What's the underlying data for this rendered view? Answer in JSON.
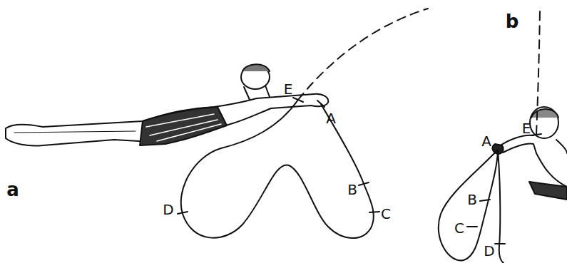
{
  "diagram": {
    "labels": [
      "E",
      "A",
      "B",
      "C",
      "D",
      "a",
      "b",
      "A",
      "E",
      "B",
      "C",
      "D"
    ]
  }
}
